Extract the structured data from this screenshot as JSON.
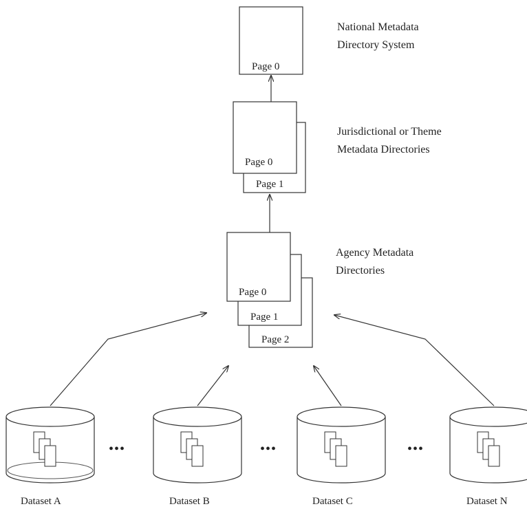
{
  "levels": {
    "national": {
      "label_lines": [
        "National Metadata",
        "Directory System"
      ],
      "pages": [
        "Page 0"
      ]
    },
    "jurisdictional": {
      "label_lines": [
        "Jurisdictional or Theme",
        "Metadata Directories"
      ],
      "pages": [
        "Page 0",
        "Page 1"
      ]
    },
    "agency": {
      "label_lines": [
        "Agency Metadata",
        "Directories"
      ],
      "pages": [
        "Page 0",
        "Page 1",
        "Page 2"
      ]
    }
  },
  "datasets": [
    {
      "label": "Dataset A"
    },
    {
      "label": "Dataset B"
    },
    {
      "label": "Dataset C"
    },
    {
      "label": "Dataset N"
    }
  ],
  "ellipsis": "•••"
}
